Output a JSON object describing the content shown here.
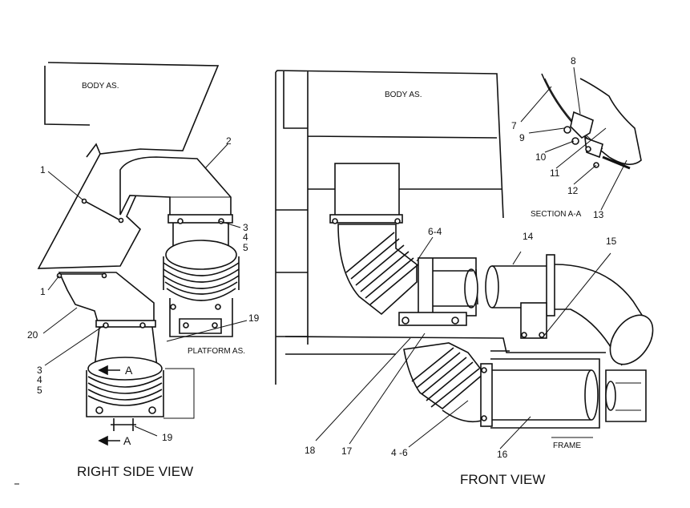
{
  "labels": {
    "body_left": "BODY AS.",
    "body_right": "BODY AS.",
    "platform": "PLATFORM AS.",
    "section": "SECTION A-A",
    "frame": "FRAME",
    "right_view": "RIGHT SIDE VIEW",
    "front_view": "FRONT VIEW",
    "section_mark_a1": "A",
    "section_mark_a2": "A"
  },
  "callouts": {
    "c1a": "1",
    "c1b": "1",
    "c2": "2",
    "c3a": "3",
    "c4a": "4",
    "c5a": "5",
    "c3b": "3",
    "c4b": "4",
    "c5b": "5",
    "c19a": "19",
    "c19b": "19",
    "c20": "20",
    "c6_4": "6-4",
    "c4_6": "4 -6",
    "c7": "7",
    "c8": "8",
    "c9": "9",
    "c10": "10",
    "c11": "11",
    "c12": "12",
    "c13": "13",
    "c14": "14",
    "c15": "15",
    "c16": "16",
    "c17": "17",
    "c18": "18"
  }
}
